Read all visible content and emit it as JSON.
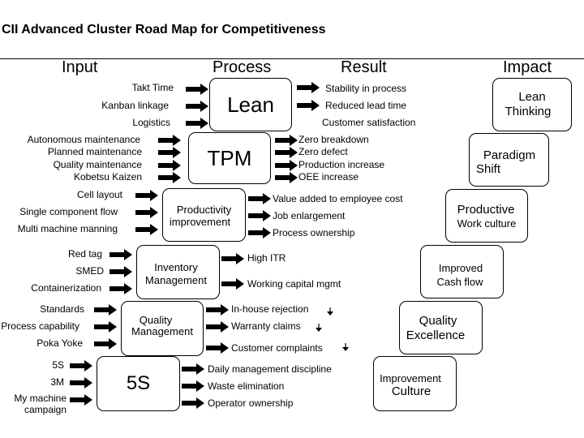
{
  "title": "CII  Advanced Cluster Road Map for Competitiveness",
  "headers": {
    "input": "Input",
    "process": "Process",
    "result": "Result",
    "impact": "Impact"
  },
  "rows": [
    {
      "inputs": [
        "Takt Time",
        "Kanban linkage",
        "Logistics"
      ],
      "process": "Lean",
      "results": [
        "Stability in process",
        "Reduced lead  time",
        "Customer satisfaction"
      ]
    },
    {
      "inputs": [
        "Autonomous  maintenance",
        "Planned maintenance",
        "Quality maintenance",
        "Kobetsu Kaizen"
      ],
      "process": "TPM",
      "results": [
        "Zero breakdown",
        "Zero defect",
        "Production increase",
        "OEE  increase"
      ]
    },
    {
      "inputs": [
        "Cell layout",
        "Single component flow",
        "Multi machine manning"
      ],
      "process": [
        "Productivity",
        "improvement"
      ],
      "results": [
        "Value added to employee cost",
        "Job enlargement",
        "Process ownership"
      ]
    },
    {
      "inputs": [
        "Red tag",
        "SMED",
        "Containerization"
      ],
      "process": [
        "Inventory",
        "Management"
      ],
      "results": [
        "High  ITR",
        "Working capital mgmt"
      ]
    },
    {
      "inputs": [
        "Standards",
        "Process capability",
        "Poka Yoke"
      ],
      "process": [
        "Quality",
        "Management"
      ],
      "results": [
        "In-house rejection",
        "Warranty claims",
        "Customer complaints"
      ]
    },
    {
      "inputs": [
        "5S",
        "3M",
        "My machine",
        "campaign"
      ],
      "process": "5S",
      "results": [
        "Daily management discipline",
        "Waste elimination",
        "Operator ownership"
      ]
    }
  ],
  "impacts": [
    [
      "Lean",
      "Thinking"
    ],
    [
      "Paradigm",
      "Shift"
    ],
    [
      "Productive",
      "Work culture"
    ],
    [
      "Improved",
      "Cash flow"
    ],
    [
      "Quality",
      "Excellence"
    ],
    [
      "Improvement",
      "Culture"
    ]
  ]
}
